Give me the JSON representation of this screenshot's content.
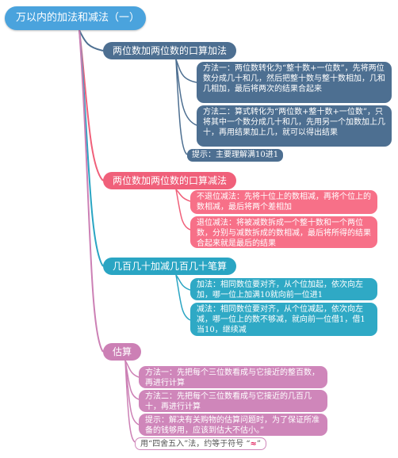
{
  "root": {
    "title": "万以内的加法和减法（一）"
  },
  "branches": [
    {
      "title": "两位数加两位数的口算加法",
      "items": [
        "方法一：两位数转化为“整十数+一位数”，先将两位数分成几十和几，然后把整十数与整十数相加，几和几相加，最后将两次的结果合起来",
        "方法二：算式转化为“两位数+整十数+一位数”，只将其中一个数分成几十和几，先用另一个加数加上几十，再用结果加上几，就可以得出结果"
      ],
      "tip": "提示：主要理解满10进1"
    },
    {
      "title": "两位数加两位数的口算减法",
      "items": [
        "不退位减法：先将十位上的数相减，再将个位上的数相减，最后将两个差相加",
        "退位减法：将被减数拆成一个整十数和一个两位数，分别与减数拆成的数相减，最后将所得的结果合起来就是最后的结果"
      ]
    },
    {
      "title": "几百几十加减几百几十笔算",
      "items": [
        "加法：相同数位要对齐，从个位加起，依次向左加，哪一位上加满10就向前一位进1",
        "减法：相同数位要对齐，从个位减起，依次向左减，哪一位上的数不够减，就向前一位借1，借1当10，继续减"
      ]
    },
    {
      "title": "估算",
      "items": [
        "方法一：先把每个三位数看成与它接近的整百数，再进行计算",
        "方法二：先把每个三位数看成与它接近的几百几十，再进行计算",
        "提示：解决有关购物的估算问题时，为了保证所准备的钱够用，应该到估大不估小。”"
      ],
      "tip_prefix": "用“四舍五入”法，约等于符号 “",
      "tip_symbol": "≈",
      "tip_suffix": "”"
    }
  ]
}
